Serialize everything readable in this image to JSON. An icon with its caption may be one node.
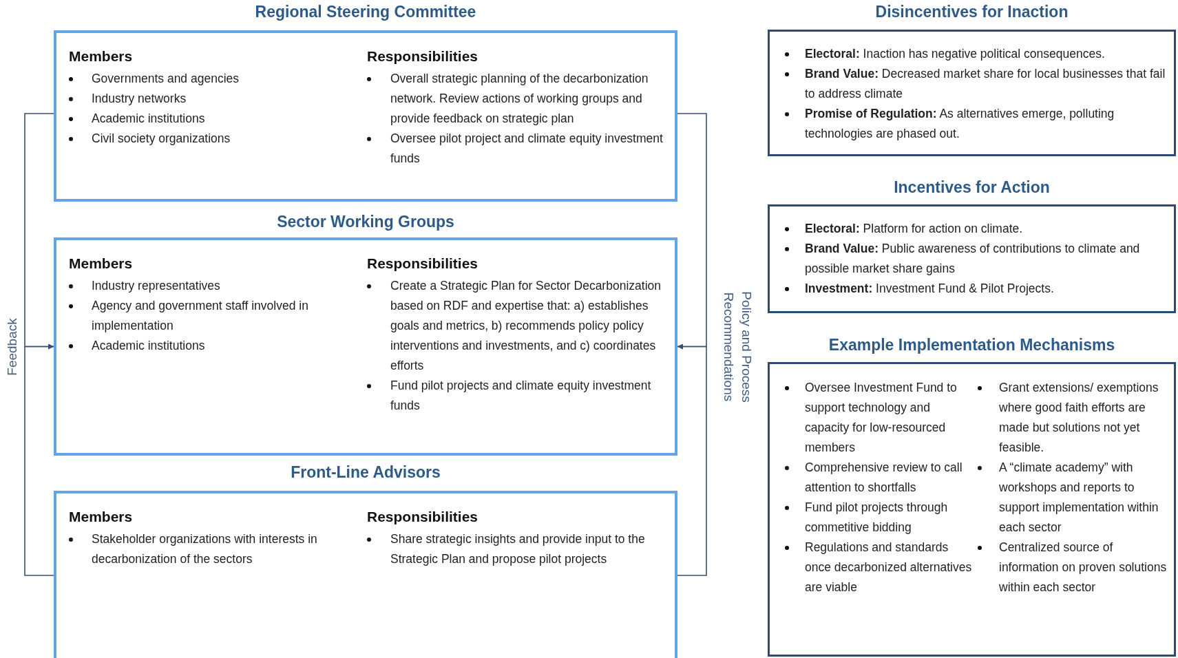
{
  "diagram": {
    "nodes": [
      {
        "text": [
          "Regional Steering Committee",
          "Members",
          "Governments and agencies",
          "Industry networks",
          "Academic institutions",
          "Civil society organizations",
          "Responsibilities",
          "Overall strategic planning of the decarbonization network. Review actions of working groups and provide feedback on strategic plan",
          "Oversee pilot project and climate equity investment funds"
        ]
      },
      {
        "text": [
          "Sector Working Groups",
          "Members",
          "Industry representatives",
          "Agency and government staff involved in implementation",
          "Academic institutions",
          "Responsibilities",
          "Create a Strategic Plan for Sector Decarbonization based on RDF and expertise that: a) establishes goals and metrics, b) recommends policy policy interventions and investments, and c) coordinates efforts",
          "Fund pilot projects and climate equity investment funds"
        ]
      },
      {
        "text": [
          "Front-Line Advisors",
          "Members",
          "Stakeholder organizations with interests in decarbonization of the sectors",
          "Responsibilities",
          "Share strategic insights and provide input to the Strategic Plan and propose pilot projects"
        ]
      },
      {
        "text": [
          "Disincentives for Inaction",
          "**Electoral:** Inaction has negative political consequences.",
          "**Brand Value:** Decreased market share for local businesses that fail to address climate",
          "**Promise of Regulation:** As alternatives emerge, polluting technologies are phased out."
        ]
      },
      {
        "text": [
          "Incentives for Action",
          "**Electoral:** Platform for action on climate.",
          "**Brand Value:** Public awareness of contributions to climate and possible market share gains",
          "**Investment:** Investment Fund & Pilot Projects."
        ]
      },
      {
        "text": [
          "Example Implementation Mechanisms",
          "Oversee Investment Fund to support technology and capacity for low-resourced members",
          "Comprehensive review to call attention to shortfalls",
          "Fund pilot projects through commetitive bidding",
          "Regulations and standards once decarbonized alternatives are viable",
          "Grant extensions/ exemptions where good faith efforts are made but solutions not yet feasible.",
          "A “climate academy” with workshops and reports to support implementation within each sector",
          "Centralized source of information on proven solutions within each sector"
        ]
      }
    ],
    "edges": [
      {
        "from": 0,
        "to": 1,
        "arrow": "to",
        "label": "Feedback"
      },
      {
        "from": 2,
        "to": 1,
        "arrow": "to"
      },
      {
        "from": 0,
        "to": 1,
        "arrow": "to",
        "label": "Policy and Process Recommendations"
      },
      {
        "from": 2,
        "to": 1,
        "arrow": "to"
      }
    ]
  }
}
